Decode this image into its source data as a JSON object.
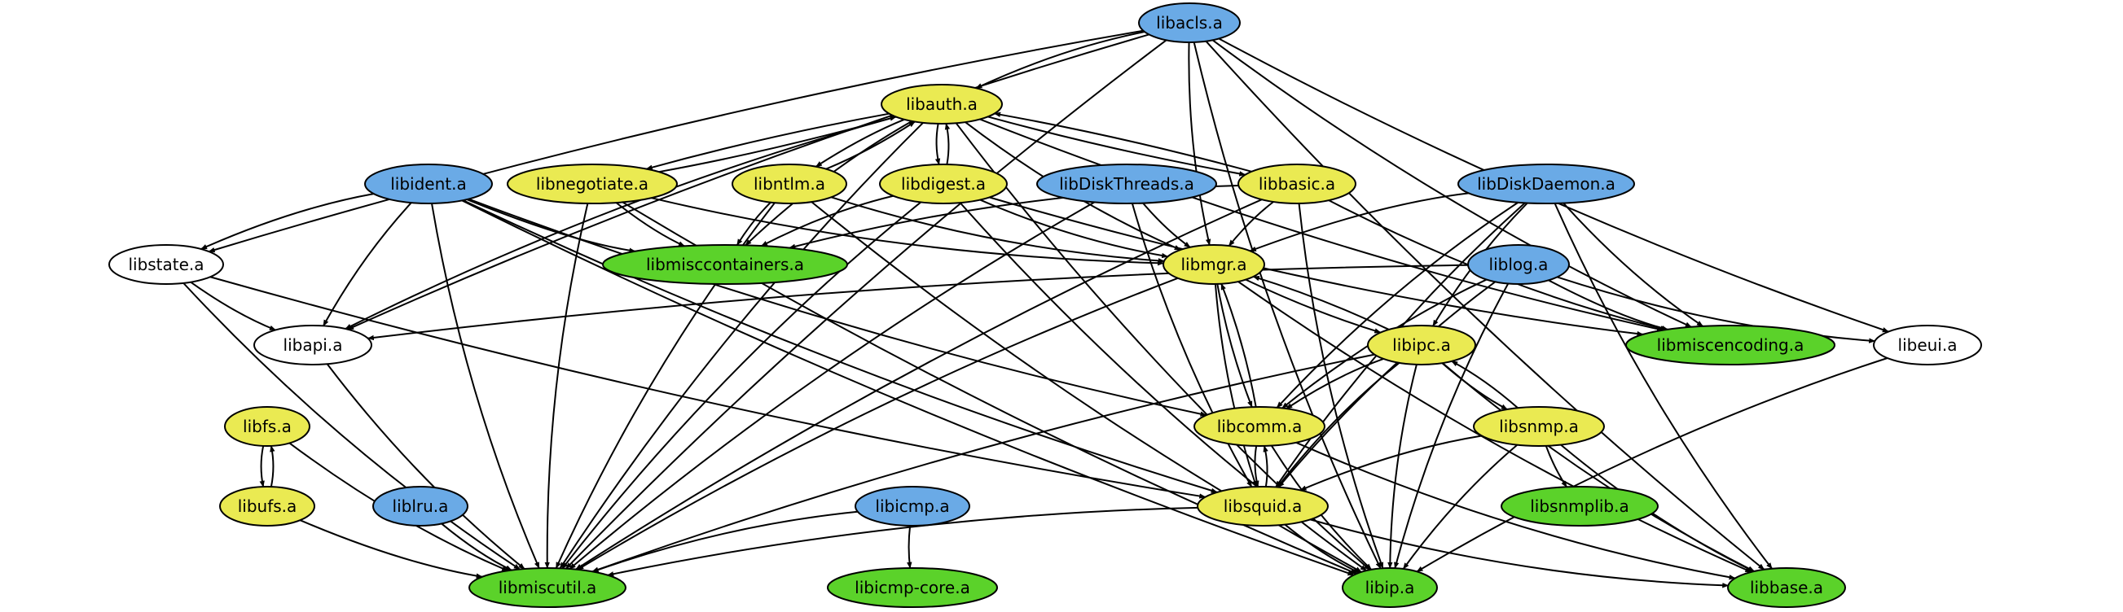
{
  "colors": {
    "blue": "#6aaae6",
    "yellow": "#eaea52",
    "green": "#5bd22a",
    "white": "#ffffff"
  },
  "nodes": [
    {
      "id": "libacls",
      "label": "libacls.a",
      "color": "blue"
    },
    {
      "id": "libauth",
      "label": "libauth.a",
      "color": "yellow"
    },
    {
      "id": "libident",
      "label": "libident.a",
      "color": "blue"
    },
    {
      "id": "libnegotiate",
      "label": "libnegotiate.a",
      "color": "yellow"
    },
    {
      "id": "libntlm",
      "label": "libntlm.a",
      "color": "yellow"
    },
    {
      "id": "libdigest",
      "label": "libdigest.a",
      "color": "yellow"
    },
    {
      "id": "libDiskThreads",
      "label": "libDiskThreads.a",
      "color": "blue"
    },
    {
      "id": "libbasic",
      "label": "libbasic.a",
      "color": "yellow"
    },
    {
      "id": "libDiskDaemon",
      "label": "libDiskDaemon.a",
      "color": "blue"
    },
    {
      "id": "libstate",
      "label": "libstate.a",
      "color": "white"
    },
    {
      "id": "libmisccontainers",
      "label": "libmisccontainers.a",
      "color": "green"
    },
    {
      "id": "libmgr",
      "label": "libmgr.a",
      "color": "yellow"
    },
    {
      "id": "liblog",
      "label": "liblog.a",
      "color": "blue"
    },
    {
      "id": "libapi",
      "label": "libapi.a",
      "color": "white"
    },
    {
      "id": "libipc",
      "label": "libipc.a",
      "color": "yellow"
    },
    {
      "id": "libmiscencoding",
      "label": "libmiscencoding.a",
      "color": "green"
    },
    {
      "id": "libeui",
      "label": "libeui.a",
      "color": "white"
    },
    {
      "id": "libfs",
      "label": "libfs.a",
      "color": "yellow"
    },
    {
      "id": "libcomm",
      "label": "libcomm.a",
      "color": "yellow"
    },
    {
      "id": "libsnmp",
      "label": "libsnmp.a",
      "color": "yellow"
    },
    {
      "id": "libufs",
      "label": "libufs.a",
      "color": "yellow"
    },
    {
      "id": "liblru",
      "label": "liblru.a",
      "color": "blue"
    },
    {
      "id": "libicmp",
      "label": "libicmp.a",
      "color": "blue"
    },
    {
      "id": "libsquid",
      "label": "libsquid.a",
      "color": "yellow"
    },
    {
      "id": "libsnmplib",
      "label": "libsnmplib.a",
      "color": "green"
    },
    {
      "id": "libmiscutil",
      "label": "libmiscutil.a",
      "color": "green"
    },
    {
      "id": "libicmp-core",
      "label": "libicmp-core.a",
      "color": "green"
    },
    {
      "id": "libip",
      "label": "libip.a",
      "color": "green"
    },
    {
      "id": "libbase",
      "label": "libbase.a",
      "color": "green"
    }
  ],
  "edges": [
    [
      "libacls",
      "libauth"
    ],
    [
      "libacls",
      "libstate"
    ],
    [
      "libacls",
      "libapi"
    ],
    [
      "libacls",
      "libmiscutil"
    ],
    [
      "libacls",
      "libmgr"
    ],
    [
      "libacls",
      "libmiscencoding"
    ],
    [
      "libacls",
      "libeui"
    ],
    [
      "libacls",
      "libip"
    ],
    [
      "libacls",
      "libbase"
    ],
    [
      "libauth",
      "libnegotiate"
    ],
    [
      "libauth",
      "libntlm"
    ],
    [
      "libauth",
      "libdigest"
    ],
    [
      "libauth",
      "libbasic"
    ],
    [
      "libauth",
      "libmisccontainers"
    ],
    [
      "libauth",
      "libapi"
    ],
    [
      "libauth",
      "libmiscutil"
    ],
    [
      "libauth",
      "libmgr"
    ],
    [
      "libauth",
      "libmiscencoding"
    ],
    [
      "libauth",
      "libip"
    ],
    [
      "libnegotiate",
      "libauth"
    ],
    [
      "libnegotiate",
      "libmisccontainers"
    ],
    [
      "libnegotiate",
      "libmiscutil"
    ],
    [
      "libnegotiate",
      "libip"
    ],
    [
      "libnegotiate",
      "libmgr"
    ],
    [
      "libntlm",
      "libauth"
    ],
    [
      "libntlm",
      "libmisccontainers"
    ],
    [
      "libntlm",
      "libmiscutil"
    ],
    [
      "libntlm",
      "libmgr"
    ],
    [
      "libntlm",
      "libip"
    ],
    [
      "libdigest",
      "libauth"
    ],
    [
      "libdigest",
      "libmisccontainers"
    ],
    [
      "libdigest",
      "libmiscutil"
    ],
    [
      "libdigest",
      "libmgr"
    ],
    [
      "libdigest",
      "libip"
    ],
    [
      "libdigest",
      "libmiscencoding"
    ],
    [
      "libbasic",
      "libauth"
    ],
    [
      "libbasic",
      "libmisccontainers"
    ],
    [
      "libbasic",
      "libmiscutil"
    ],
    [
      "libbasic",
      "libmgr"
    ],
    [
      "libbasic",
      "libmiscencoding"
    ],
    [
      "libbasic",
      "libip"
    ],
    [
      "libident",
      "libstate"
    ],
    [
      "libident",
      "libapi"
    ],
    [
      "libident",
      "libmisccontainers"
    ],
    [
      "libident",
      "libmiscutil"
    ],
    [
      "libident",
      "libcomm"
    ],
    [
      "libident",
      "libsquid"
    ],
    [
      "libident",
      "libip"
    ],
    [
      "libDiskThreads",
      "libmgr"
    ],
    [
      "libDiskThreads",
      "libsquid"
    ],
    [
      "libDiskThreads",
      "libmiscutil"
    ],
    [
      "libDiskDaemon",
      "libmgr"
    ],
    [
      "libDiskDaemon",
      "libipc"
    ],
    [
      "libDiskDaemon",
      "libcomm"
    ],
    [
      "libDiskDaemon",
      "libsquid"
    ],
    [
      "libDiskDaemon",
      "libmiscencoding"
    ],
    [
      "libDiskDaemon",
      "libbase"
    ],
    [
      "libstate",
      "libapi"
    ],
    [
      "libstate",
      "libmiscutil"
    ],
    [
      "libstate",
      "libsquid"
    ],
    [
      "libmgr",
      "libipc"
    ],
    [
      "libmgr",
      "libcomm"
    ],
    [
      "libmgr",
      "libsquid"
    ],
    [
      "libmgr",
      "libmiscutil"
    ],
    [
      "libmgr",
      "libbase"
    ],
    [
      "liblog",
      "libapi"
    ],
    [
      "liblog",
      "libmiscencoding"
    ],
    [
      "liblog",
      "libcomm"
    ],
    [
      "liblog",
      "libsquid"
    ],
    [
      "liblog",
      "libip"
    ],
    [
      "liblog",
      "libeui"
    ],
    [
      "libapi",
      "libmiscutil"
    ],
    [
      "libipc",
      "libmgr"
    ],
    [
      "libipc",
      "libcomm"
    ],
    [
      "libipc",
      "libsnmp"
    ],
    [
      "libipc",
      "libsquid"
    ],
    [
      "libipc",
      "libip"
    ],
    [
      "libipc",
      "libmiscutil"
    ],
    [
      "libipc",
      "libbase"
    ],
    [
      "libeui",
      "libip"
    ],
    [
      "libfs",
      "libufs"
    ],
    [
      "libfs",
      "libmiscutil"
    ],
    [
      "libufs",
      "libfs"
    ],
    [
      "libufs",
      "libmiscutil"
    ],
    [
      "libcomm",
      "libmgr"
    ],
    [
      "libcomm",
      "libsquid"
    ],
    [
      "libcomm",
      "libip"
    ],
    [
      "libcomm",
      "libbase"
    ],
    [
      "libsnmp",
      "libipc"
    ],
    [
      "libsnmp",
      "libsnmplib"
    ],
    [
      "libsnmp",
      "libsquid"
    ],
    [
      "libsnmp",
      "libip"
    ],
    [
      "libsnmp",
      "libbase"
    ],
    [
      "liblru",
      "libmiscutil"
    ],
    [
      "libicmp",
      "libicmp-core"
    ],
    [
      "libicmp",
      "libmiscutil"
    ],
    [
      "libsquid",
      "libcomm"
    ],
    [
      "libsquid",
      "libmiscutil"
    ],
    [
      "libsquid",
      "libip"
    ],
    [
      "libsquid",
      "libbase"
    ]
  ]
}
